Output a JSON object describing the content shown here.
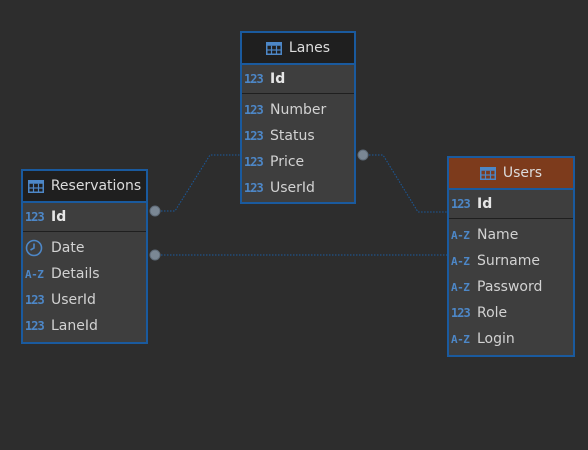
{
  "colors": {
    "accent": "#1a5a9e",
    "header_dark": "#1f1f1f",
    "header_users": "#7d3b1c",
    "body": "#3e3e3e",
    "type_icon": "#4d87c7"
  },
  "type_glyphs": {
    "number": "123",
    "text": "A-Z"
  },
  "entities": {
    "lanes": {
      "title": "Lanes",
      "pk": {
        "name": "Id",
        "type": "number"
      },
      "columns": [
        {
          "name": "Number",
          "type": "number"
        },
        {
          "name": "Status",
          "type": "number"
        },
        {
          "name": "Price",
          "type": "number"
        },
        {
          "name": "UserId",
          "type": "number"
        }
      ]
    },
    "reservations": {
      "title": "Reservations",
      "pk": {
        "name": "Id",
        "type": "number"
      },
      "columns": [
        {
          "name": "Date",
          "type": "datetime"
        },
        {
          "name": "Details",
          "type": "text"
        },
        {
          "name": "UserId",
          "type": "number"
        },
        {
          "name": "LaneId",
          "type": "number"
        }
      ]
    },
    "users": {
      "title": "Users",
      "pk": {
        "name": "Id",
        "type": "number"
      },
      "columns": [
        {
          "name": "Name",
          "type": "text"
        },
        {
          "name": "Surname",
          "type": "text"
        },
        {
          "name": "Password",
          "type": "text"
        },
        {
          "name": "Role",
          "type": "number"
        },
        {
          "name": "Login",
          "type": "text"
        }
      ]
    }
  },
  "relationships": [
    {
      "from": "Reservations.LaneId",
      "to": "Lanes.Id"
    },
    {
      "from": "Reservations.UserId",
      "to": "Users.Id"
    },
    {
      "from": "Lanes.UserId",
      "to": "Users.Id"
    }
  ]
}
